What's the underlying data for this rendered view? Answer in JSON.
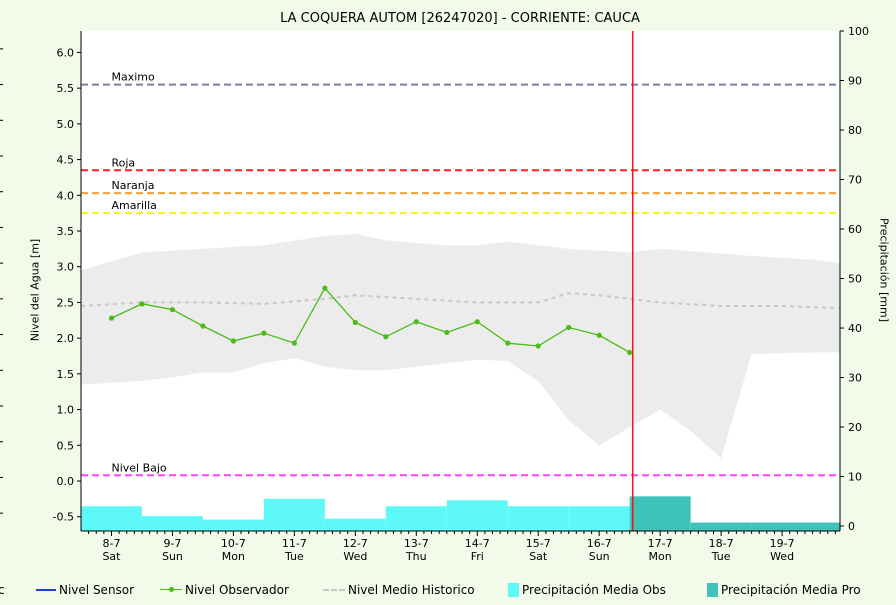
{
  "chart_data": {
    "type": "line",
    "title": "LA COQUERA AUTOM  [26247020] - CORRIENTE: CAUCA",
    "ylabel": "Nivel del Agua [m]",
    "y2label": "Precipitación [mm]",
    "ylim": [
      -0.7,
      6.3
    ],
    "y2lim": [
      -1,
      100
    ],
    "yticks": [
      -0.5,
      0.0,
      0.5,
      1.0,
      1.5,
      2.0,
      2.5,
      3.0,
      3.5,
      4.0,
      4.5,
      5.0,
      5.5,
      6.0
    ],
    "ytick_labels": [
      "-0.5",
      "0.0",
      "0.5",
      "1.0",
      "1.5",
      "2.0",
      "2.5",
      "3.0",
      "3.5",
      "4.0",
      "4.5",
      "5.0",
      "5.5",
      "6.0"
    ],
    "y2ticks": [
      0,
      10,
      20,
      30,
      40,
      50,
      60,
      70,
      80,
      90,
      100
    ],
    "xlim": [
      7.5,
      19.95
    ],
    "x_ticks": [
      {
        "x": 8,
        "date": "8-7",
        "day": "Sat"
      },
      {
        "x": 9,
        "date": "9-7",
        "day": "Sun"
      },
      {
        "x": 10,
        "date": "10-7",
        "day": "Mon"
      },
      {
        "x": 11,
        "date": "11-7",
        "day": "Tue"
      },
      {
        "x": 12,
        "date": "12-7",
        "day": "Wed"
      },
      {
        "x": 13,
        "date": "13-7",
        "day": "Thu"
      },
      {
        "x": 14,
        "date": "14-7",
        "day": "Fri"
      },
      {
        "x": 15,
        "date": "15-7",
        "day": "Sat"
      },
      {
        "x": 16,
        "date": "16-7",
        "day": "Sun"
      },
      {
        "x": 17,
        "date": "17-7",
        "day": "Mon"
      },
      {
        "x": 18,
        "date": "18-7",
        "day": "Tue"
      },
      {
        "x": 19,
        "date": "19-7",
        "day": "Wed"
      }
    ],
    "thresholds": [
      {
        "name": "Maximo",
        "value": 5.55,
        "color": "#7b7fa8"
      },
      {
        "name": "Roja",
        "value": 4.35,
        "color": "#ff2020"
      },
      {
        "name": "Naranja",
        "value": 4.03,
        "color": "#f0a030"
      },
      {
        "name": "Amarilla",
        "value": 3.75,
        "color": "#f4f020"
      },
      {
        "name": "Nivel Bajo",
        "value": 0.08,
        "color": "#ff40ff"
      }
    ],
    "band": {
      "upper": [
        [
          7.5,
          2.95
        ],
        [
          8.5,
          3.2
        ],
        [
          9.5,
          3.25
        ],
        [
          10.5,
          3.3
        ],
        [
          11.5,
          3.43
        ],
        [
          12.0,
          3.46
        ],
        [
          12.5,
          3.37
        ],
        [
          13.5,
          3.3
        ],
        [
          14.0,
          3.3
        ],
        [
          14.5,
          3.35
        ],
        [
          15.5,
          3.25
        ],
        [
          16.5,
          3.2
        ],
        [
          17.0,
          3.25
        ],
        [
          17.5,
          3.22
        ],
        [
          18.5,
          3.15
        ],
        [
          19.5,
          3.1
        ],
        [
          19.95,
          3.05
        ]
      ],
      "lower": [
        [
          19.95,
          1.8
        ],
        [
          19.5,
          1.8
        ],
        [
          18.5,
          1.78
        ],
        [
          18.0,
          0.32
        ],
        [
          17.5,
          0.7
        ],
        [
          17.0,
          1.0
        ],
        [
          16.5,
          0.75
        ],
        [
          16.0,
          0.5
        ],
        [
          15.5,
          0.85
        ],
        [
          15.0,
          1.4
        ],
        [
          14.5,
          1.68
        ],
        [
          14.0,
          1.7
        ],
        [
          13.5,
          1.65
        ],
        [
          13.0,
          1.6
        ],
        [
          12.5,
          1.55
        ],
        [
          12.0,
          1.55
        ],
        [
          11.5,
          1.6
        ],
        [
          11.0,
          1.72
        ],
        [
          10.5,
          1.65
        ],
        [
          10.0,
          1.52
        ],
        [
          9.5,
          1.52
        ],
        [
          9.0,
          1.45
        ],
        [
          8.5,
          1.4
        ],
        [
          7.5,
          1.35
        ]
      ]
    },
    "series": [
      {
        "name": "Nivel Observador",
        "color": "#4cbb17",
        "x": [
          8.0,
          8.5,
          9.0,
          9.5,
          10.0,
          10.5,
          11.0,
          11.5,
          12.0,
          12.5,
          13.0,
          13.5,
          14.0,
          14.5,
          15.0,
          15.5,
          16.0,
          16.5
        ],
        "y": [
          2.28,
          2.48,
          2.4,
          2.17,
          1.96,
          2.07,
          1.93,
          2.7,
          2.22,
          2.02,
          2.23,
          2.08,
          2.23,
          1.93,
          1.89,
          2.15,
          2.04,
          1.8
        ]
      },
      {
        "name": "Nivel Medio Historico",
        "color": "#c8c8c8",
        "x": [
          7.5,
          8.5,
          9.5,
          10.5,
          11.5,
          12.0,
          13.0,
          14.0,
          15.0,
          15.5,
          16.0,
          17.0,
          18.0,
          19.0,
          19.95
        ],
        "y": [
          2.45,
          2.5,
          2.5,
          2.48,
          2.55,
          2.6,
          2.55,
          2.5,
          2.5,
          2.63,
          2.6,
          2.5,
          2.45,
          2.45,
          2.42
        ]
      }
    ],
    "precip_obs": [
      {
        "x0": 7.5,
        "x1": 8.5,
        "v": 4
      },
      {
        "x0": 8.5,
        "x1": 9.5,
        "v": 2
      },
      {
        "x0": 9.5,
        "x1": 10.5,
        "v": 1.3
      },
      {
        "x0": 10.5,
        "x1": 11.5,
        "v": 5.5
      },
      {
        "x0": 11.5,
        "x1": 12.5,
        "v": 1.5
      },
      {
        "x0": 12.5,
        "x1": 13.5,
        "v": 4
      },
      {
        "x0": 13.5,
        "x1": 14.5,
        "v": 5.2
      },
      {
        "x0": 14.5,
        "x1": 15.5,
        "v": 4
      },
      {
        "x0": 15.5,
        "x1": 16.5,
        "v": 4
      }
    ],
    "precip_pro": [
      {
        "x0": 16.5,
        "x1": 17.5,
        "v": 6
      },
      {
        "x0": 17.5,
        "x1": 18.5,
        "v": 0.7
      },
      {
        "x0": 18.5,
        "x1": 19.95,
        "v": 0.7
      }
    ],
    "now_x": 16.55,
    "colors": {
      "plot_bg": "#ffffff",
      "band": "#ececec",
      "now_line": "#ff1010",
      "precip_obs": "#5ff8f8",
      "precip_pro": "#3fc2ba"
    },
    "legend": {
      "clipped": "c",
      "items": [
        "Nivel Sensor",
        "Nivel Observador",
        "Nivel Medio Historico",
        "Precipitación Media Obs",
        "Precipitación Media Pro"
      ]
    }
  }
}
